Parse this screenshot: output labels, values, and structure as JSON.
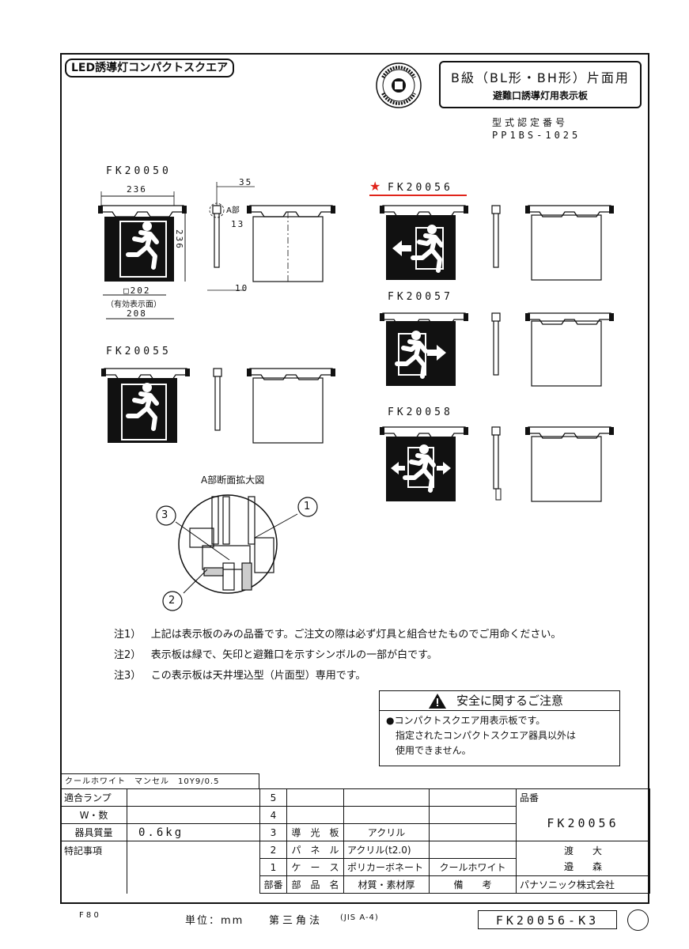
{
  "header": {
    "title": "LED誘導灯コンパクトスクエア",
    "class_line1": "B級（BL形・BH形）片面用",
    "class_line2": "避難口誘導灯用表示板",
    "approval_label": "型式認定番号",
    "approval_number": "PP1BS-1025"
  },
  "models": {
    "fk20050": "FK20050",
    "fk20055": "FK20055",
    "fk20056": "FK20056",
    "fk20057": "FK20057",
    "fk20058": "FK20058",
    "star": "★"
  },
  "dims": {
    "width": "236",
    "height": "236",
    "depth": "35",
    "part_a": "A部",
    "d13": "13",
    "d10": "10",
    "effective_size": "□202",
    "effective_label": "（有効表示面）",
    "d208": "208"
  },
  "detail": {
    "title": "A部断面拡大図",
    "c1": "1",
    "c2": "2",
    "c3": "3"
  },
  "notes": [
    {
      "tag": "注1）",
      "text": "上記は表示板のみの品番です。ご注文の際は必ず灯具と組合せたものでご用命ください。"
    },
    {
      "tag": "注2）",
      "text": "表示板は緑で、矢印と避難口を示すシンボルの一部が白です。"
    },
    {
      "tag": "注3）",
      "text": "この表示板は天井埋込型（片面型）専用です。"
    }
  ],
  "safety": {
    "heading": "安全に関するご注意",
    "line1": "●コンパクトスクエア用表示板です。",
    "line2": "指定されたコンパクトスクエア器具以外は",
    "line3": "使用できません。"
  },
  "color_note": "クールホワイト　マンセル　10Y9/0.5",
  "table": {
    "lamp_label": "適合ランプ",
    "watt_label": "W・数",
    "mass_label": "器具質量",
    "mass_value": "0.6kg",
    "special_label": "特記事項",
    "rows": [
      {
        "no": "5",
        "name": "",
        "material": "",
        "note": ""
      },
      {
        "no": "4",
        "name": "",
        "material": "",
        "note": ""
      },
      {
        "no": "3",
        "name": "導　光　板",
        "material": "アクリル",
        "note": ""
      },
      {
        "no": "2",
        "name": "パ　ネ　ル",
        "material": "アクリル(t2.0)",
        "note": ""
      },
      {
        "no": "1",
        "name": "ケ　ー　ス",
        "material": "ポリカーボネート",
        "note": "クールホワイト"
      }
    ],
    "col_no": "部番",
    "col_name": "部　品　名",
    "col_material": "材質・素材厚",
    "col_note": "備　　考",
    "hinban_label": "品番",
    "hinban_value": "FK20056",
    "signer1": "渡　　大",
    "signer2": "邉　　森",
    "company": "パナソニック株式会社"
  },
  "footer": {
    "page": "F 8 0",
    "unit": "単位：mm",
    "projection": "第三角法",
    "standard": "(JIS A-4)",
    "drawing_code": "FK20056-K3"
  },
  "colors": {
    "accent": "#e0241b",
    "ink": "#111111",
    "panel": "#111111"
  }
}
